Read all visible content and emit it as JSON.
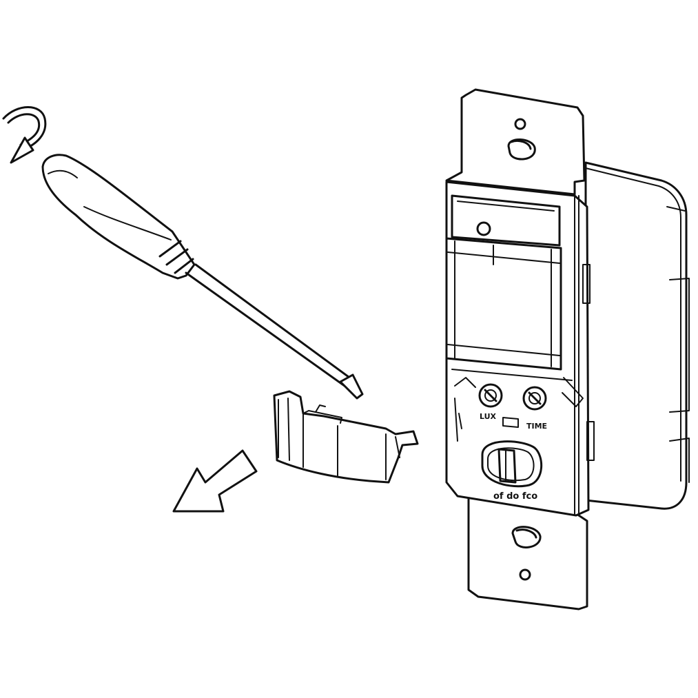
{
  "labels": {
    "lux": "LUX",
    "time": "TIME",
    "mode": "of do fco"
  },
  "icons": [
    "rotation-arrow-icon",
    "screwdriver-icon",
    "removed-cover-icon",
    "pull-out-arrow-icon",
    "motion-sensor-switch-icon"
  ],
  "colors": {
    "line": "#111111",
    "background": "#ffffff"
  }
}
